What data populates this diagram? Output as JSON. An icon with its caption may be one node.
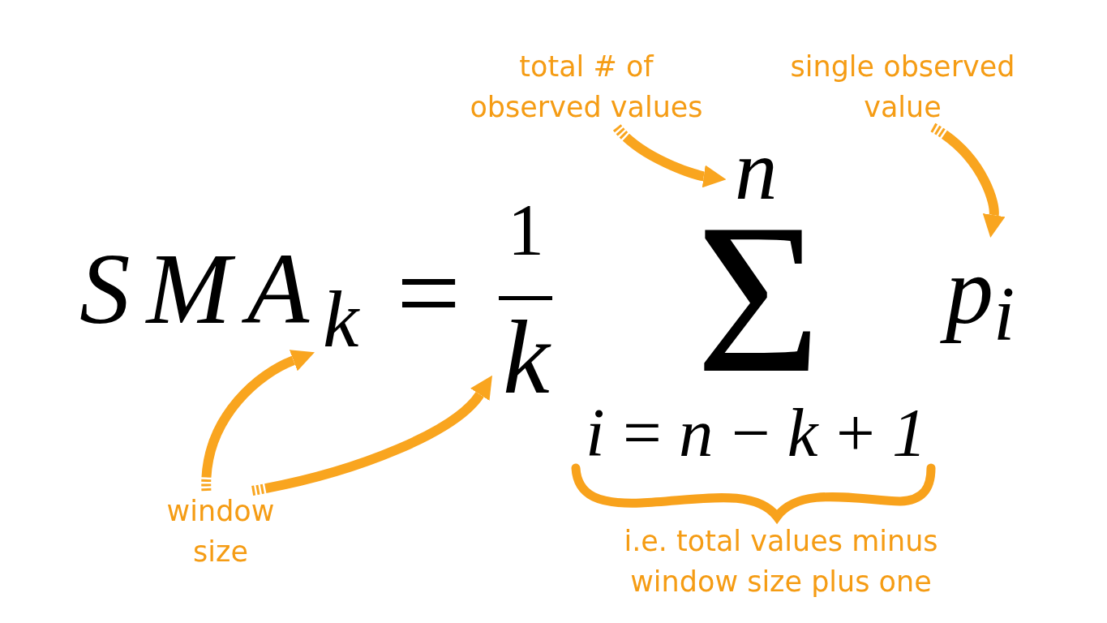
{
  "diagram": {
    "nodes": [
      {
        "text": [
          "total # of observed values"
        ]
      },
      {
        "text": [
          "single observed value"
        ]
      },
      {
        "text": [
          "n"
        ]
      },
      {
        "text": [
          "k"
        ]
      },
      {
        "text": [
          "k"
        ]
      },
      {
        "text": [
          "p$_{i}$"
        ]
      },
      {
        "text": [
          "window size"
        ]
      }
    ],
    "edges": [
      {
        "from": 0,
        "to": 2,
        "arrow": "to"
      },
      {
        "from": 1,
        "to": 5,
        "arrow": "to"
      },
      {
        "from": 6,
        "to": 3,
        "arrow": "to"
      },
      {
        "from": 6,
        "to": 4,
        "arrow": "to"
      }
    ],
    "labels": [
      "SMA",
      "=",
      "1",
      "Σ",
      "i=n−k+1",
      "i.e. total values minus window size plus one"
    ]
  }
}
